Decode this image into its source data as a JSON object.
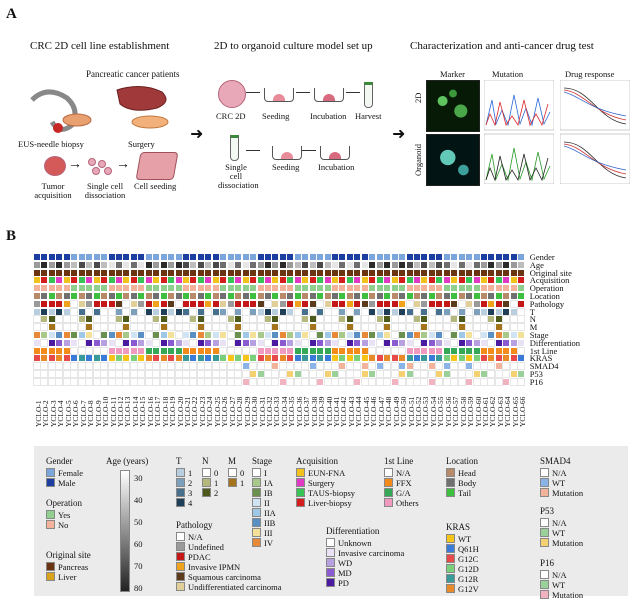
{
  "panelA": {
    "letter": "A",
    "sections": {
      "establish": "CRC 2D cell line establishment",
      "culture": "2D to organoid culture model set up",
      "characterization": "Characterization and anti-cancer drug test"
    },
    "labels": {
      "patients": "Pancreatic cancer patients",
      "eus": "EUS-needle biopsy",
      "surgery": "Surgery",
      "tumor": "Tumor acquisition",
      "single": "Single cell dissociation",
      "seeding_cells": "Cell seeding",
      "crc2d": "CRC 2D",
      "seeding1": "Seeding",
      "incubation1": "Incubation",
      "harvest": "Harvest",
      "single2": "Single cell dissociation",
      "seeding2": "Seeding",
      "incubation2": "Incubation",
      "marker": "Marker",
      "mutation": "Mutation",
      "drug": "Drug response",
      "row2d": "2D",
      "roworg": "Organoid"
    }
  },
  "panelB": {
    "letter": "B",
    "row_labels": [
      "Gender",
      "Age",
      "Original site",
      "Acquisition",
      "Operation",
      "Location",
      "Pathology",
      "T",
      "N",
      "M",
      "Stage",
      "Differentiation",
      "1st Line",
      "KRAS",
      "SMAD4",
      "P53",
      "P16"
    ],
    "samples": [
      "YCLO-1",
      "YCLO-2",
      "YCLO-3",
      "YCLO-4",
      "YCLO-5",
      "YCLO-6",
      "YCLO-7",
      "YCLO-8",
      "YCLO-9",
      "YCLO-10",
      "YCLO-11",
      "YCLO-12",
      "YCLO-13",
      "YCLO-14",
      "YCLO-15",
      "YCLO-16",
      "YCLO-17",
      "YCLO-18",
      "YCLO-19",
      "YCLO-20",
      "YCLO-21",
      "YCLO-22",
      "YCLO-23",
      "YCLO-24",
      "YCLO-25",
      "YCLO-26",
      "YCLO-27",
      "YCLO-28",
      "YCLO-29",
      "YCLO-30",
      "YCLO-31",
      "YCLO-32",
      "YCLO-33",
      "YCLO-34",
      "YCLO-35",
      "YCLO-36",
      "YCLO-37",
      "YCLO-38",
      "YCLO-39",
      "YCLO-40",
      "YCLO-41",
      "YCLO-42",
      "YCLO-43",
      "YCLO-44",
      "YCLO-45",
      "YCLO-46",
      "YCLO-47",
      "YCLO-48",
      "YCLO-49",
      "YCLO-50",
      "YCLO-51",
      "YCLO-52",
      "YCLO-53",
      "YCLO-54",
      "YCLO-55",
      "YCLO-56",
      "YCLO-57",
      "YCLO-58",
      "YCLO-59",
      "YCLO-60",
      "YCLO-61",
      "YCLO-62",
      "YCLO-63",
      "YCLO-64",
      "YCLO-65",
      "YCLO-66"
    ],
    "legend": {
      "gender": {
        "title": "Gender",
        "items": [
          {
            "label": "Female",
            "color": "#7aa6dc"
          },
          {
            "label": "Male",
            "color": "#1b3ea0"
          }
        ]
      },
      "age": {
        "title": "Age (years)",
        "ticks": [
          "30",
          "40",
          "50",
          "60",
          "70",
          "80"
        ]
      },
      "operation": {
        "title": "Operation",
        "items": [
          {
            "label": "Yes",
            "color": "#8fd08f"
          },
          {
            "label": "No",
            "color": "#f2b39a"
          }
        ]
      },
      "original_site": {
        "title": "Original site",
        "items": [
          {
            "label": "Pancreas",
            "color": "#6b3410"
          },
          {
            "label": "Liver",
            "color": "#d9a41c"
          }
        ]
      },
      "T": {
        "title": "T",
        "items": [
          {
            "label": "1",
            "color": "#b9cfe0"
          },
          {
            "label": "2",
            "color": "#7c9fbb"
          },
          {
            "label": "3",
            "color": "#47708f"
          },
          {
            "label": "4",
            "color": "#1f3e57"
          }
        ]
      },
      "N": {
        "title": "N",
        "items": [
          {
            "label": "0",
            "color": "#ffffff"
          },
          {
            "label": "1",
            "color": "#b5b87c"
          },
          {
            "label": "2",
            "color": "#4d5a1c"
          }
        ]
      },
      "M": {
        "title": "M",
        "items": [
          {
            "label": "0",
            "color": "#ffffff"
          },
          {
            "label": "1",
            "color": "#a3741c"
          }
        ]
      },
      "stage": {
        "title": "Stage",
        "items": [
          {
            "label": "I",
            "color": "#ffffff"
          },
          {
            "label": "IA",
            "color": "#a9c98a"
          },
          {
            "label": "IB",
            "color": "#6b8f4e"
          },
          {
            "label": "II",
            "color": "#cfe3f3"
          },
          {
            "label": "IIA",
            "color": "#9fc7e6"
          },
          {
            "label": "IIB",
            "color": "#5a8fc4"
          },
          {
            "label": "III",
            "color": "#f3e19a"
          },
          {
            "label": "IV",
            "color": "#e8893a"
          }
        ]
      },
      "pathology": {
        "title": "Pathology",
        "items": [
          {
            "label": "N/A",
            "color": "#ffffff"
          },
          {
            "label": "Undefined",
            "color": "#9a9a9a"
          },
          {
            "label": "PDAC",
            "color": "#c41818"
          },
          {
            "label": "Invasive IPMN",
            "color": "#f0a21c"
          },
          {
            "label": "Squamous carcinoma",
            "color": "#5b3b1b"
          },
          {
            "label": "Undifferentiated carcinoma",
            "color": "#e0cf98"
          }
        ]
      },
      "acquisition": {
        "title": "Acquisition",
        "items": [
          {
            "label": "EUN-FNA",
            "color": "#f1c21b"
          },
          {
            "label": "Surgery",
            "color": "#e03ac4"
          },
          {
            "label": "TAUS-biopsy",
            "color": "#35c455"
          },
          {
            "label": "Liver-biopsy",
            "color": "#d41d1d"
          }
        ]
      },
      "first_line": {
        "title": "1st Line",
        "items": [
          {
            "label": "N/A",
            "color": "#ffffff"
          },
          {
            "label": "FFX",
            "color": "#f28a1c"
          },
          {
            "label": "G/A",
            "color": "#35a855"
          },
          {
            "label": "Others",
            "color": "#f09ac0"
          }
        ]
      },
      "differentiation": {
        "title": "Differentiation",
        "items": [
          {
            "label": "Unknown",
            "color": "#ffffff"
          },
          {
            "label": "Invasive carcinoma",
            "color": "#e9e2f5"
          },
          {
            "label": "WD",
            "color": "#b7a0e0"
          },
          {
            "label": "MD",
            "color": "#8a5ad0"
          },
          {
            "label": "PD",
            "color": "#4a1aa0"
          }
        ]
      },
      "location": {
        "title": "Location",
        "items": [
          {
            "label": "Head",
            "color": "#b98a6a"
          },
          {
            "label": "Body",
            "color": "#707070"
          },
          {
            "label": "Tail",
            "color": "#3fbf3f"
          }
        ]
      },
      "kras": {
        "title": "KRAS",
        "items": [
          {
            "label": "WT",
            "color": "#f7c51a"
          },
          {
            "label": "Q61H",
            "color": "#3a7ad8"
          },
          {
            "label": "G12C",
            "color": "#e84a4a"
          },
          {
            "label": "G12D",
            "color": "#7ad07a"
          },
          {
            "label": "G12R",
            "color": "#3a9a9a"
          },
          {
            "label": "G12V",
            "color": "#e8892a"
          }
        ]
      },
      "smad4": {
        "title": "SMAD4",
        "items": [
          {
            "label": "N/A",
            "color": "#ffffff"
          },
          {
            "label": "WT",
            "color": "#8ab4e8"
          },
          {
            "label": "Mutation",
            "color": "#f2b39a"
          }
        ]
      },
      "p53": {
        "title": "P53",
        "items": [
          {
            "label": "N/A",
            "color": "#ffffff"
          },
          {
            "label": "WT",
            "color": "#9ad09a"
          },
          {
            "label": "Mutation",
            "color": "#f5d070"
          }
        ]
      },
      "p16": {
        "title": "P16",
        "items": [
          {
            "label": "N/A",
            "color": "#ffffff"
          },
          {
            "label": "WT",
            "color": "#9ad09a"
          },
          {
            "label": "Mutation",
            "color": "#f2b3c0"
          }
        ]
      }
    }
  }
}
